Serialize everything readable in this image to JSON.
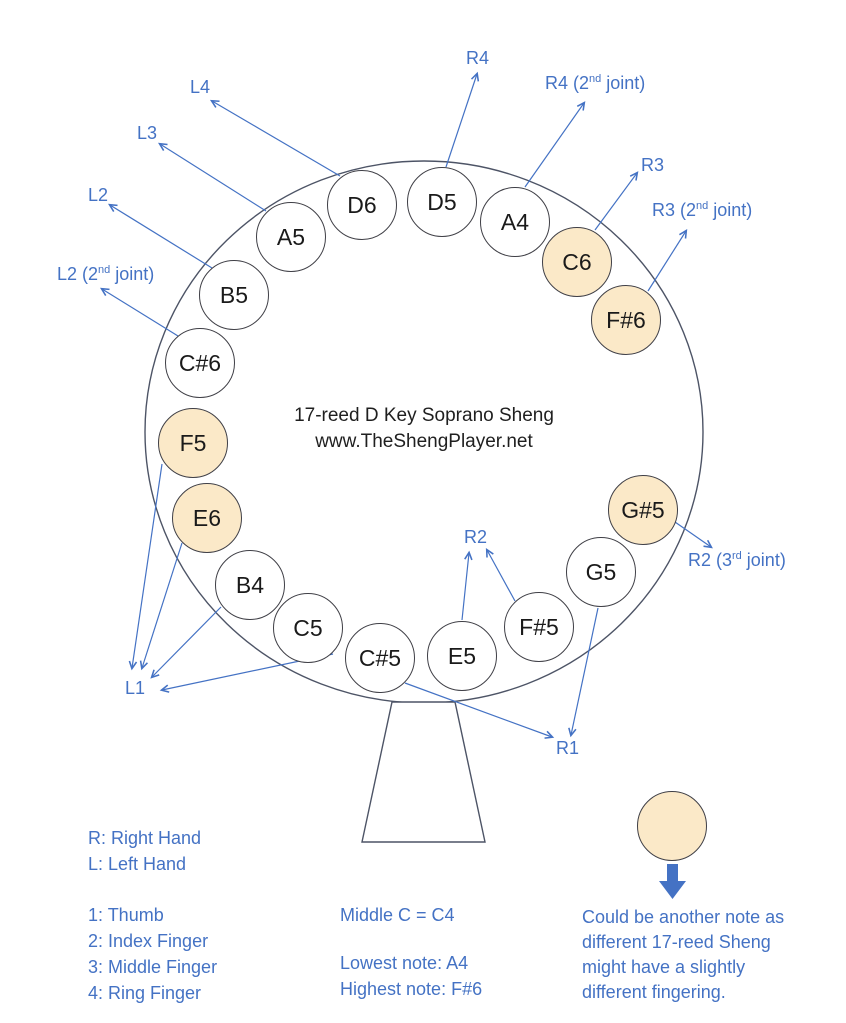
{
  "title": {
    "line1": "17-reed D Key Soprano Sheng",
    "line2": "www.TheShengPlayer.net"
  },
  "notes": [
    {
      "label": "D6",
      "highlighted": false
    },
    {
      "label": "D5",
      "highlighted": false
    },
    {
      "label": "A4",
      "highlighted": false
    },
    {
      "label": "C6",
      "highlighted": true
    },
    {
      "label": "F#6",
      "highlighted": true
    },
    {
      "label": "G#5",
      "highlighted": true
    },
    {
      "label": "G5",
      "highlighted": false
    },
    {
      "label": "F#5",
      "highlighted": false
    },
    {
      "label": "E5",
      "highlighted": false
    },
    {
      "label": "C#5",
      "highlighted": false
    },
    {
      "label": "C5",
      "highlighted": false
    },
    {
      "label": "B4",
      "highlighted": false
    },
    {
      "label": "E6",
      "highlighted": true
    },
    {
      "label": "F5",
      "highlighted": true
    },
    {
      "label": "C#6",
      "highlighted": false
    },
    {
      "label": "B5",
      "highlighted": false
    },
    {
      "label": "A5",
      "highlighted": false
    }
  ],
  "finger_labels": {
    "l4": "L4",
    "l3": "L3",
    "l2": "L2",
    "l1": "L1",
    "r4": "R4",
    "r3": "R3",
    "r2": "R2",
    "r1": "R1",
    "l2_joint": {
      "pre": "L2 (2",
      "sup": "nd",
      "post": " joint)"
    },
    "r4_joint": {
      "pre": "R4 (2",
      "sup": "nd",
      "post": " joint)"
    },
    "r3_joint": {
      "pre": "R3 (2",
      "sup": "nd",
      "post": " joint)"
    },
    "r2_joint": {
      "pre": "R2 (3",
      "sup": "rd",
      "post": " joint)"
    }
  },
  "legend": {
    "hands": [
      "R: Right Hand",
      "L: Left Hand"
    ],
    "fingers": [
      "1: Thumb",
      "2: Index Finger",
      "3: Middle Finger",
      "4: Ring Finger"
    ]
  },
  "reference": {
    "middle_c": "Middle C = C4",
    "lowest": "Lowest note: A4",
    "highest": "Highest note: F#6"
  },
  "callout": {
    "lines": [
      "Could be another note as",
      "different 17-reed Sheng",
      "might have a slightly",
      "different fingering."
    ]
  },
  "colors": {
    "accent_blue": "#4472C4",
    "highlight_fill": "#FBE9C8",
    "circle_stroke": "#3F3F46",
    "body_outline": "#4D5466",
    "text_black": "#1F1F1F"
  }
}
